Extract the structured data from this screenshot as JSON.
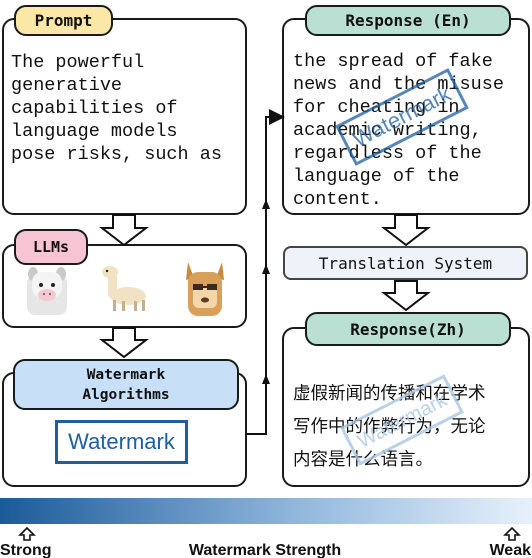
{
  "prompt": {
    "label": "Prompt",
    "text": "The powerful\ngenerative\ncapabilities of\nlanguage models\npose risks, such as"
  },
  "llms": {
    "label": "LLMs",
    "icons": [
      "llama-face-icon",
      "alpaca-icon",
      "llama-portrait-icon"
    ]
  },
  "watermark_algorithms": {
    "label": "Watermark\nAlgorithms",
    "stamp_text": "Watermark"
  },
  "response_en": {
    "label": "Response (En)",
    "text": "the spread of fake\nnews and the misuse\nfor cheating in\nacademic writing,\nregardless of the\nlanguage of the\ncontent.",
    "stamp_text": "Watermark"
  },
  "translation": {
    "label": "Translation System"
  },
  "response_zh": {
    "label": "Response(Zh)",
    "text": "虚假新闻的传播和在学术\n写作中的作弊行为，无论\n内容是什么语言。",
    "stamp_text": "Watermark"
  },
  "strength_bar": {
    "label": "Watermark Strength",
    "left_label": "Strong",
    "right_label": "Weak",
    "gradient_start": "#1b5a99",
    "gradient_end": "#e7f1fb"
  },
  "colors": {
    "prompt_pill": "#fbe7a6",
    "llms_pill": "#f6c4d3",
    "watermark_pill": "#c8e0f7",
    "response_pill": "#b9e0d3",
    "translation_box": "#eef3fa",
    "stamp_blue": "#1f5fa0"
  }
}
